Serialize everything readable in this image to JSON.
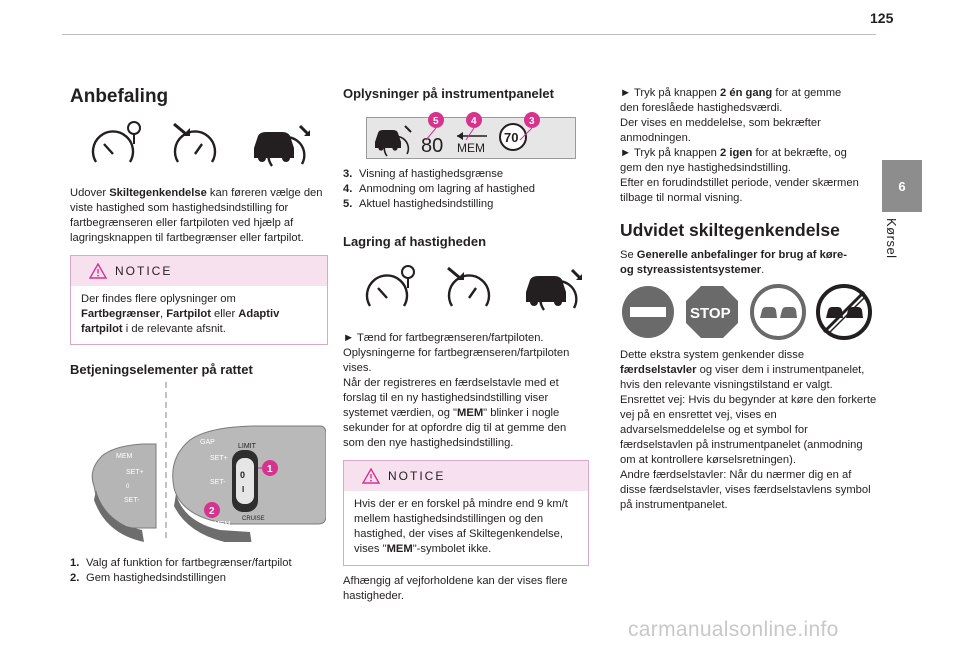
{
  "page_number": "125",
  "chapter_tab": {
    "number": "6",
    "label": "Kørsel"
  },
  "col1": {
    "title": "Anbefaling",
    "intro": [
      "Udover ",
      "Skiltegenkendelse",
      " kan føreren vælge den viste hastighed som hastighedsindstilling for fartbegrænseren eller fartpiloten ved hjælp af lagringsknappen til fartbegrænser eller fartpilot."
    ],
    "notice_label": "NOTICE",
    "notice_parts": [
      "Der findes flere oplysninger om ",
      "Fartbegrænser",
      ", ",
      "Fartpilot",
      " eller ",
      "Adaptiv fartpilot",
      " i de relevante afsnit."
    ],
    "controls_title": "Betjeningselementer på rattet",
    "controls_labels": {
      "mem": "MEM",
      "set_plus": "SET+",
      "set_minus": "SET-",
      "gap": "GAP",
      "limit": "LIMIT",
      "zero": "0",
      "i": "I",
      "cruise": "CRUISE",
      "circle_1": "1",
      "circle_2": "2"
    },
    "list": [
      {
        "num": "1.",
        "text": "Valg af funktion for fartbegrænser/fartpilot"
      },
      {
        "num": "2.",
        "text": "Gem hastighedsindstillingen"
      }
    ]
  },
  "col2": {
    "title": "Oplysninger på instrumentpanelet",
    "display": {
      "speed": "80",
      "mem": "MEM",
      "sign": "70",
      "badge_5": "5",
      "badge_4": "4",
      "badge_3": "3"
    },
    "list": [
      {
        "num": "3.",
        "text": "Visning af hastighedsgrænse"
      },
      {
        "num": "4.",
        "text": "Anmodning om lagring af hastighed"
      },
      {
        "num": "5.",
        "text": "Aktuel hastighedsindstilling"
      }
    ],
    "storage_title": "Lagring af hastigheden",
    "storage_body": [
      "► Tænd for fartbegrænseren/fartpiloten.",
      "Oplysningerne for fartbegrænseren/fartpiloten vises.",
      "Når der registreres en færdselstavle med et forslag til en ny hastighedsindstilling viser systemet værdien, og \"",
      "MEM",
      "\" blinker i nogle sekunder for at opfordre dig til at gemme den som den nye hastighedsindstilling."
    ],
    "notice_label": "NOTICE",
    "notice_parts": [
      "Hvis der er en forskel på mindre end 9 km/t mellem hastighedsindstillingen og den hastighed, der vises af Skiltegenkendelse, vises \"",
      "MEM",
      "\"-symbolet ikke."
    ],
    "footer_text": "Afhængig af vejforholdene kan der vises flere hastigheder."
  },
  "col3": {
    "step1_parts": [
      "► Tryk på knappen ",
      "2 én gang",
      " for at gemme den foreslåede hastighedsværdi."
    ],
    "step1_line2": "Der vises en meddelelse, som bekræfter anmodningen.",
    "step2_parts": [
      "► Tryk på knappen ",
      "2 igen",
      " for at bekræfte, og gem den nye hastighedsindstilling."
    ],
    "step2_line2": "Efter en forudindstillet periode, vender skærmen tilbage til normal visning.",
    "title": "Udvidet skiltegenkendelse",
    "see_parts": [
      "Se ",
      "Generelle anbefalinger for brug af køre- og styreassistentsystemer",
      "."
    ],
    "stop_sign": "STOP",
    "body_parts": [
      "Dette ekstra system genkender disse ",
      "færdselstavler",
      " og viser dem i instrumentpanelet, hvis den relevante visningstilstand er valgt."
    ],
    "one_way": "Ensrettet vej: Hvis du begynder at køre den forkerte vej på en ensrettet vej, vises en advarselsmeddelelse og et symbol for færdselstavlen på instrumentpanelet (anmodning om at kontrollere kørselsretningen).",
    "other_signs": "Andre færdselstavler: Når du nærmer dig en af disse færdselstavler, vises færdselstavlens symbol på instrumentpanelet."
  },
  "watermark": "carmanualsonline.info",
  "colors": {
    "notice_border": "#d9a7c9",
    "notice_bg": "#f7e1ef",
    "badge": "#d6338f",
    "tab": "#8d8d8d",
    "sign_red": "#4a4a4a"
  }
}
